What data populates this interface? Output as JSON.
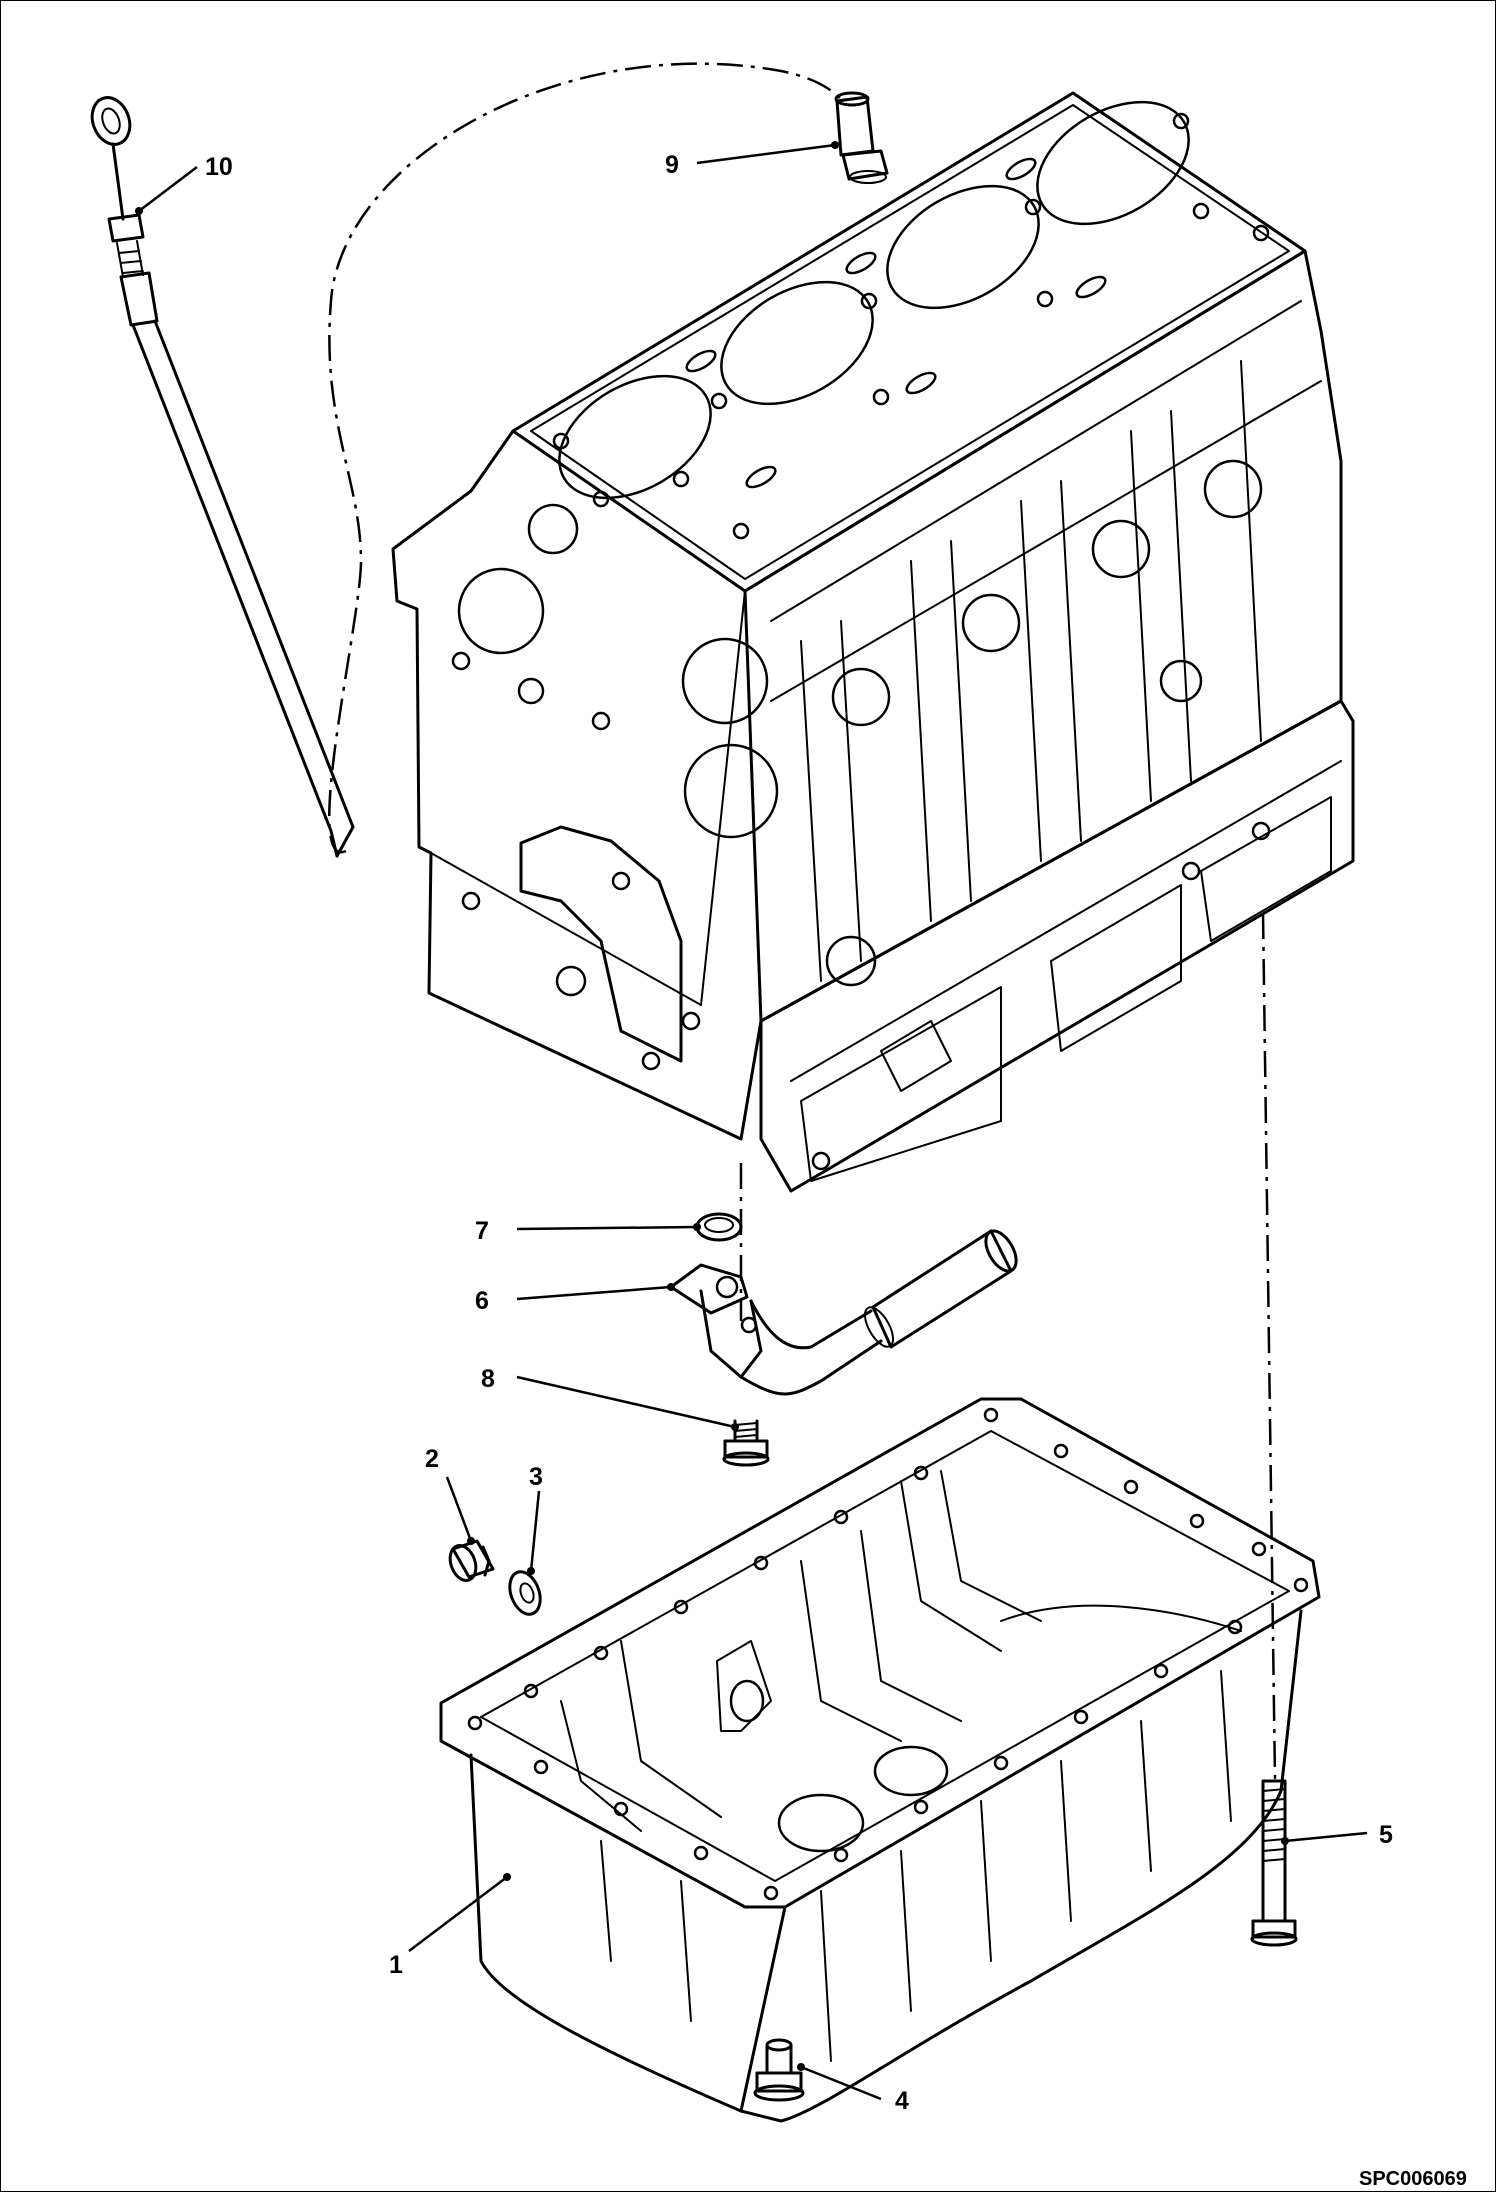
{
  "callouts": [
    {
      "id": "1",
      "label": "1"
    },
    {
      "id": "2",
      "label": "2"
    },
    {
      "id": "3",
      "label": "3"
    },
    {
      "id": "4",
      "label": "4"
    },
    {
      "id": "5",
      "label": "5"
    },
    {
      "id": "6",
      "label": "6"
    },
    {
      "id": "7",
      "label": "7"
    },
    {
      "id": "8",
      "label": "8"
    },
    {
      "id": "9",
      "label": "9"
    },
    {
      "id": "10",
      "label": "10"
    }
  ],
  "drawing_code": "SPC006069"
}
